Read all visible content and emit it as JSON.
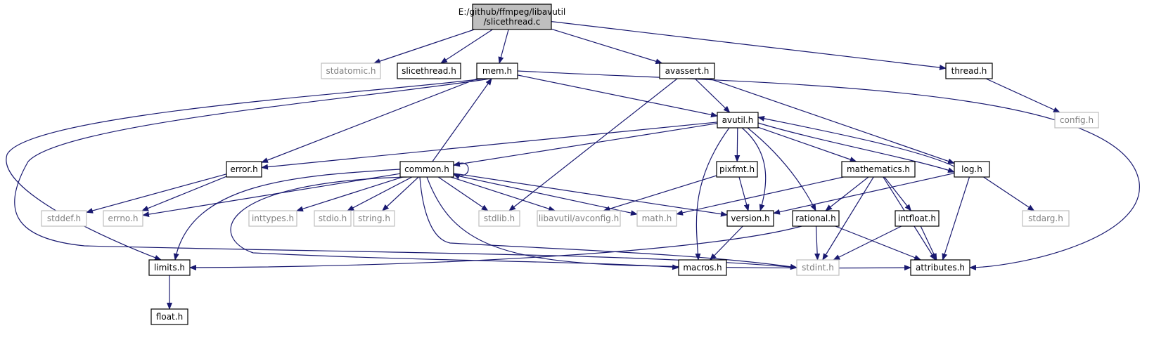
{
  "colors": {
    "edge": "#191970",
    "root_fill": "#bfbfbf",
    "node_border": "#000000",
    "external_border": "#bfbfbf",
    "external_text": "#7f7f7f",
    "text": "#000000"
  },
  "nodes": [
    {
      "id": "root",
      "lines": [
        "E:/github/ffmpeg/libavutil",
        "/slicethread.c"
      ],
      "kind": "root"
    },
    {
      "id": "stdatomic",
      "lines": [
        "stdatomic.h"
      ],
      "kind": "external"
    },
    {
      "id": "slicethread",
      "lines": [
        "slicethread.h"
      ],
      "kind": "normal"
    },
    {
      "id": "mem",
      "lines": [
        "mem.h"
      ],
      "kind": "normal"
    },
    {
      "id": "avassert",
      "lines": [
        "avassert.h"
      ],
      "kind": "normal"
    },
    {
      "id": "thread",
      "lines": [
        "thread.h"
      ],
      "kind": "normal"
    },
    {
      "id": "config",
      "lines": [
        "config.h"
      ],
      "kind": "external"
    },
    {
      "id": "avutil",
      "lines": [
        "avutil.h"
      ],
      "kind": "normal"
    },
    {
      "id": "error",
      "lines": [
        "error.h"
      ],
      "kind": "normal"
    },
    {
      "id": "common",
      "lines": [
        "common.h"
      ],
      "kind": "normal"
    },
    {
      "id": "pixfmt",
      "lines": [
        "pixfmt.h"
      ],
      "kind": "normal"
    },
    {
      "id": "mathematics",
      "lines": [
        "mathematics.h"
      ],
      "kind": "normal"
    },
    {
      "id": "log",
      "lines": [
        "log.h"
      ],
      "kind": "normal"
    },
    {
      "id": "stddef",
      "lines": [
        "stddef.h"
      ],
      "kind": "external"
    },
    {
      "id": "errno",
      "lines": [
        "errno.h"
      ],
      "kind": "external"
    },
    {
      "id": "inttypes",
      "lines": [
        "inttypes.h"
      ],
      "kind": "external"
    },
    {
      "id": "stdio",
      "lines": [
        "stdio.h"
      ],
      "kind": "external"
    },
    {
      "id": "string",
      "lines": [
        "string.h"
      ],
      "kind": "external"
    },
    {
      "id": "stdlib",
      "lines": [
        "stdlib.h"
      ],
      "kind": "external"
    },
    {
      "id": "avconfig",
      "lines": [
        "libavutil/avconfig.h"
      ],
      "kind": "external"
    },
    {
      "id": "math",
      "lines": [
        "math.h"
      ],
      "kind": "external"
    },
    {
      "id": "version",
      "lines": [
        "version.h"
      ],
      "kind": "normal"
    },
    {
      "id": "rational",
      "lines": [
        "rational.h"
      ],
      "kind": "normal"
    },
    {
      "id": "intfloat",
      "lines": [
        "intfloat.h"
      ],
      "kind": "normal"
    },
    {
      "id": "stdarg",
      "lines": [
        "stdarg.h"
      ],
      "kind": "external"
    },
    {
      "id": "limits",
      "lines": [
        "limits.h"
      ],
      "kind": "normal"
    },
    {
      "id": "macros",
      "lines": [
        "macros.h"
      ],
      "kind": "normal"
    },
    {
      "id": "stdint",
      "lines": [
        "stdint.h"
      ],
      "kind": "external"
    },
    {
      "id": "attributes",
      "lines": [
        "attributes.h"
      ],
      "kind": "normal"
    },
    {
      "id": "float",
      "lines": [
        "float.h"
      ],
      "kind": "normal"
    }
  ],
  "edges": [
    [
      "root",
      "stdatomic"
    ],
    [
      "root",
      "slicethread"
    ],
    [
      "root",
      "mem"
    ],
    [
      "root",
      "avassert"
    ],
    [
      "root",
      "thread"
    ],
    [
      "thread",
      "config"
    ],
    [
      "mem",
      "avutil"
    ],
    [
      "mem",
      "error"
    ],
    [
      "mem",
      "limits"
    ],
    [
      "mem",
      "stdint"
    ],
    [
      "mem",
      "attributes"
    ],
    [
      "avassert",
      "avutil"
    ],
    [
      "avassert",
      "stdlib"
    ],
    [
      "avassert",
      "log"
    ],
    [
      "avutil",
      "error"
    ],
    [
      "avutil",
      "common"
    ],
    [
      "avutil",
      "pixfmt"
    ],
    [
      "avutil",
      "mathematics"
    ],
    [
      "avutil",
      "log"
    ],
    [
      "avutil",
      "version"
    ],
    [
      "avutil",
      "rational"
    ],
    [
      "avutil",
      "macros"
    ],
    [
      "error",
      "stddef"
    ],
    [
      "error",
      "errno"
    ],
    [
      "common",
      "common"
    ],
    [
      "common",
      "mem"
    ],
    [
      "common",
      "errno"
    ],
    [
      "common",
      "inttypes"
    ],
    [
      "common",
      "stdio"
    ],
    [
      "common",
      "string"
    ],
    [
      "common",
      "stdlib"
    ],
    [
      "common",
      "avconfig"
    ],
    [
      "common",
      "math"
    ],
    [
      "common",
      "version"
    ],
    [
      "common",
      "limits"
    ],
    [
      "common",
      "macros"
    ],
    [
      "common",
      "stdint"
    ],
    [
      "common",
      "attributes"
    ],
    [
      "pixfmt",
      "avconfig"
    ],
    [
      "pixfmt",
      "version"
    ],
    [
      "mathematics",
      "math"
    ],
    [
      "mathematics",
      "rational"
    ],
    [
      "mathematics",
      "intfloat"
    ],
    [
      "mathematics",
      "stdint"
    ],
    [
      "mathematics",
      "attributes"
    ],
    [
      "log",
      "avutil"
    ],
    [
      "log",
      "version"
    ],
    [
      "log",
      "stdarg"
    ],
    [
      "log",
      "attributes"
    ],
    [
      "version",
      "macros"
    ],
    [
      "rational",
      "limits"
    ],
    [
      "rational",
      "stdint"
    ],
    [
      "rational",
      "attributes"
    ],
    [
      "intfloat",
      "stdint"
    ],
    [
      "intfloat",
      "attributes"
    ],
    [
      "limits",
      "float"
    ]
  ]
}
